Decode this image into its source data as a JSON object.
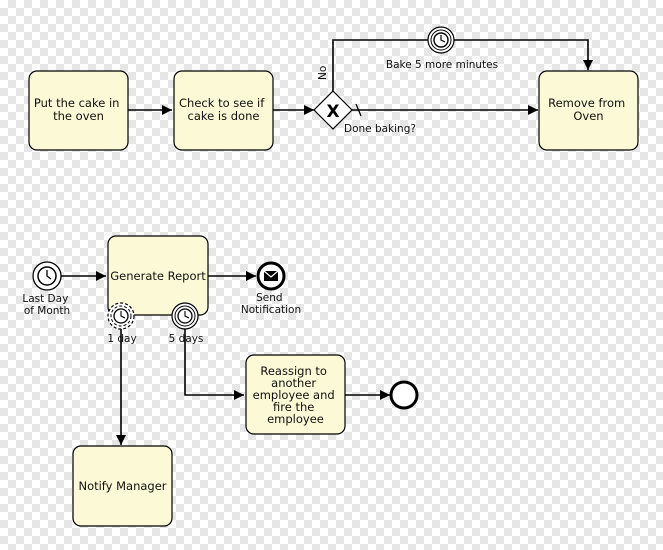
{
  "diagram": {
    "tasks": {
      "put_cake": [
        "Put the cake in",
        "the oven"
      ],
      "check_done": [
        "Check to see if",
        "cake is done"
      ],
      "remove_oven": [
        "Remove from",
        "Oven"
      ],
      "generate_report": [
        "Generate Report"
      ],
      "reassign": [
        "Reassign to",
        "another",
        "employee and",
        "fire the",
        "employee"
      ],
      "notify_manager": [
        "Notify Manager"
      ]
    },
    "labels": {
      "no": "No",
      "bake_more": "Bake 5 more minutes",
      "done_baking": "Done baking?",
      "gateway_symbol": "X",
      "last_day": [
        "Last Day",
        "of Month"
      ],
      "send_notification": [
        "Send",
        "Notification"
      ],
      "one_day": "1 day",
      "five_days": "5 days"
    },
    "icons": {
      "timer": "clock-icon",
      "message": "envelope-icon",
      "end": "end-event-circle"
    }
  }
}
